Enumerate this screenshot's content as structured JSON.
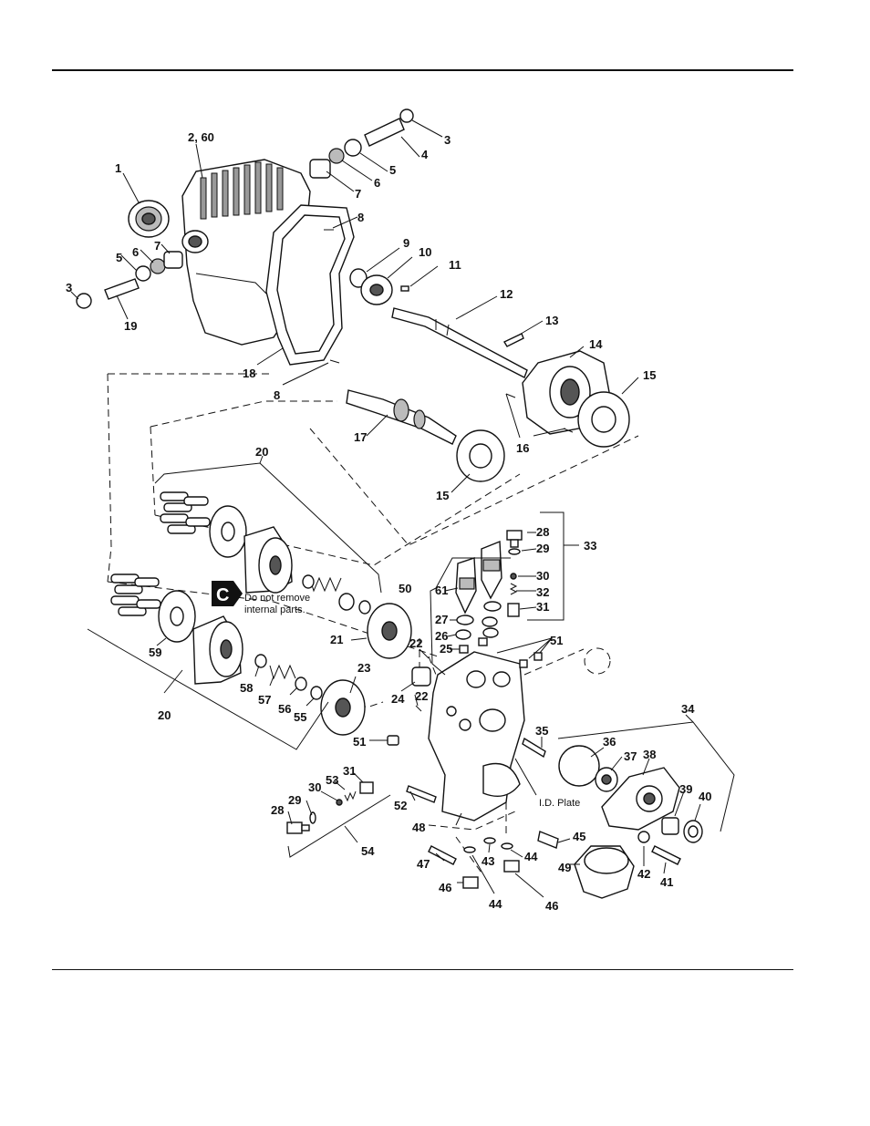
{
  "callouts": {
    "c1": "1",
    "c2_60": "2, 60",
    "c3a": "3",
    "c3b": "3",
    "c4": "4",
    "c5a": "5",
    "c5b": "5",
    "c6a": "6",
    "c6b": "6",
    "c7a": "7",
    "c7b": "7",
    "c8a": "8",
    "c8b": "8",
    "c9": "9",
    "c10": "10",
    "c11": "11",
    "c12": "12",
    "c13": "13",
    "c14": "14",
    "c15a": "15",
    "c15b": "15",
    "c16": "16",
    "c17": "17",
    "c18": "18",
    "c19": "19",
    "c20a": "20",
    "c20b": "20",
    "c21": "21",
    "c22a": "22",
    "c22b": "22",
    "c23": "23",
    "c24": "24",
    "c25": "25",
    "c26": "26",
    "c27": "27",
    "c28a": "28",
    "c28b": "28",
    "c29a": "29",
    "c29b": "29",
    "c30a": "30",
    "c30b": "30",
    "c31a": "31",
    "c31b": "31",
    "c32": "32",
    "c33": "33",
    "c34": "34",
    "c35": "35",
    "c36": "36",
    "c37": "37",
    "c38": "38",
    "c39": "39",
    "c40": "40",
    "c41": "41",
    "c42": "42",
    "c43": "43",
    "c44a": "44",
    "c44b": "44",
    "c45": "45",
    "c46a": "46",
    "c46b": "46",
    "c47": "47",
    "c48": "48",
    "c49": "49",
    "c50": "50",
    "c51a": "51",
    "c51b": "51",
    "c52": "52",
    "c53": "53",
    "c54": "54",
    "c55": "55",
    "c56": "56",
    "c57": "57",
    "c58": "58",
    "c59": "59",
    "c61": "61"
  },
  "notes": {
    "warning_letter": "C",
    "warning_line1": "Do not remove",
    "warning_line2": "internal parts.",
    "id_plate": "I.D. Plate"
  }
}
